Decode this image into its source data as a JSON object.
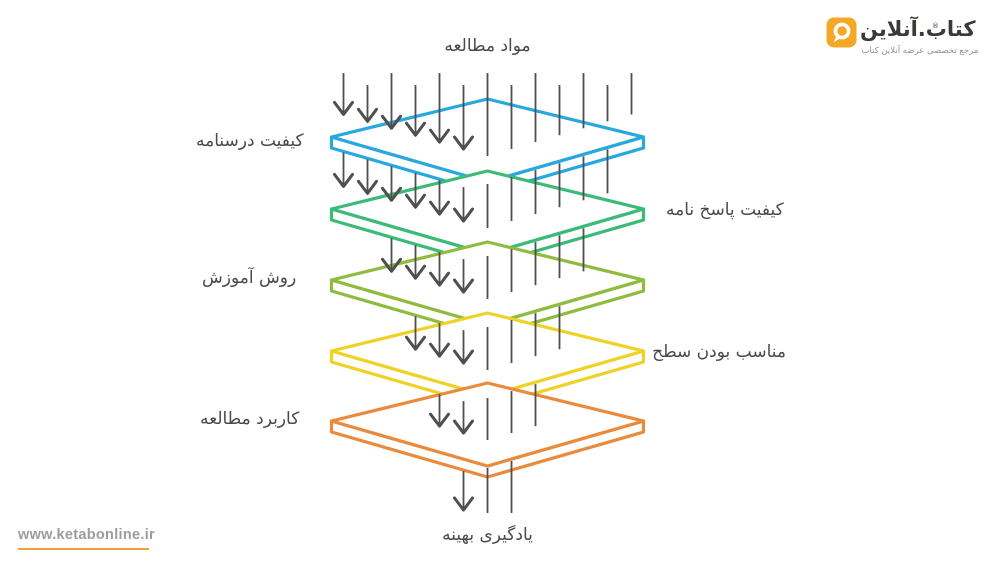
{
  "brand": {
    "name": "کتاب.آنلاین",
    "registered_mark": "®",
    "tagline": "مرجع تخصصی عرضه آنلاین کتاب",
    "icon": "speech-bubble-logo-icon",
    "icon_color": "#F5A726",
    "text_color": "#3D3A36",
    "tagline_color": "#8F8F8F"
  },
  "footer": {
    "website": "www.ketabonline.ir",
    "text_color": "#9C9C9C",
    "underline_color": "#F0A43C"
  },
  "diagram": {
    "type": "layered-filter-stack",
    "input_label": "مواد مطالعه",
    "output_label": "یادگیری بهینه",
    "label_color": "#4A4A4A",
    "arrow_color": "#4F4F4F",
    "arrows": {
      "count_top": 13,
      "count_bottom": 3
    },
    "layers": [
      {
        "label": "کیفیت درسنامه",
        "color": "#29A8DF",
        "label_side": "left"
      },
      {
        "label": "کیفیت پاسخ نامه",
        "color": "#3BBA78",
        "label_side": "right"
      },
      {
        "label": "روش آموزش",
        "color": "#8FBC3F",
        "label_side": "left"
      },
      {
        "label": "مناسب بودن سطح",
        "color": "#EFD226",
        "label_side": "right"
      },
      {
        "label": "کاربرد مطالعه",
        "color": "#EA8A3C",
        "label_side": "left"
      }
    ]
  }
}
